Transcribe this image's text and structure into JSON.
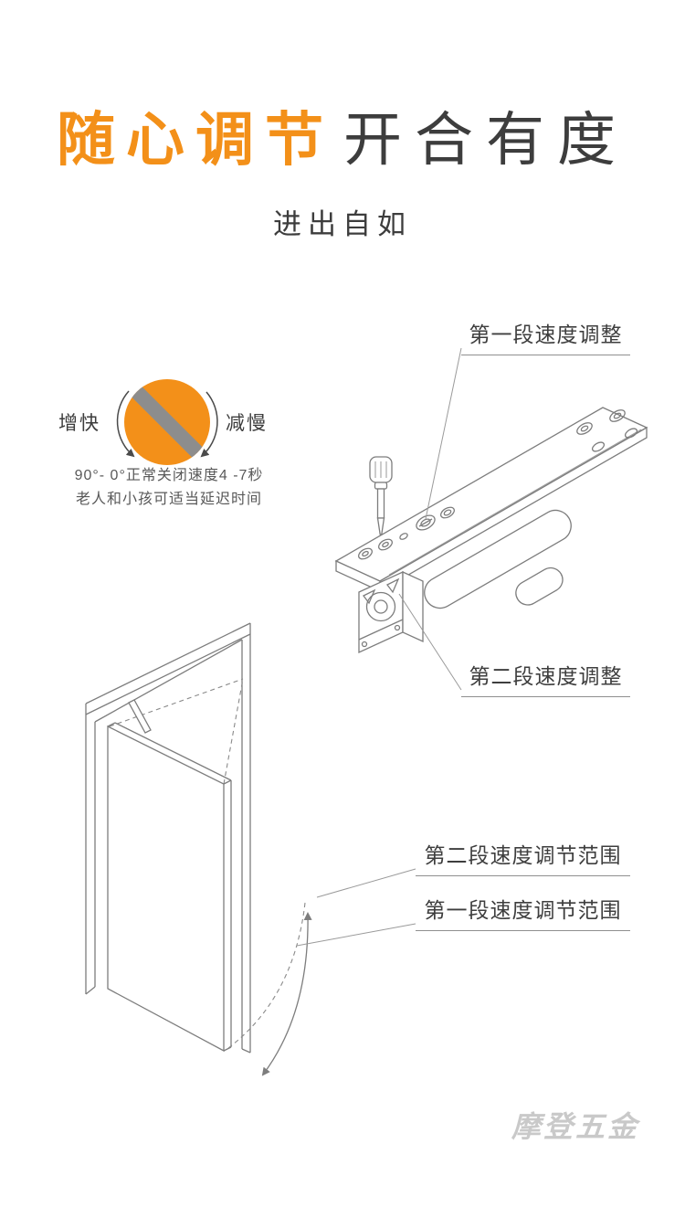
{
  "page": {
    "title_highlight": "随心调节",
    "title_rest": "开合有度",
    "subtitle": "进出自如"
  },
  "dial": {
    "faster_label": "增快",
    "slower_label": "减慢",
    "caption_line1": "90°- 0°正常关闭速度4 -7秒",
    "caption_line2": "老人和小孩可适当延迟时间",
    "accent_color": "#F39019",
    "slot_color": "#8d8d8d"
  },
  "callouts": {
    "first_speed_adjust": "第一段速度调整",
    "second_speed_adjust": "第二段速度调整",
    "second_speed_range": "第二段速度调节范围",
    "first_speed_range": "第一段速度调节范围"
  },
  "watermark": "摩登五金"
}
